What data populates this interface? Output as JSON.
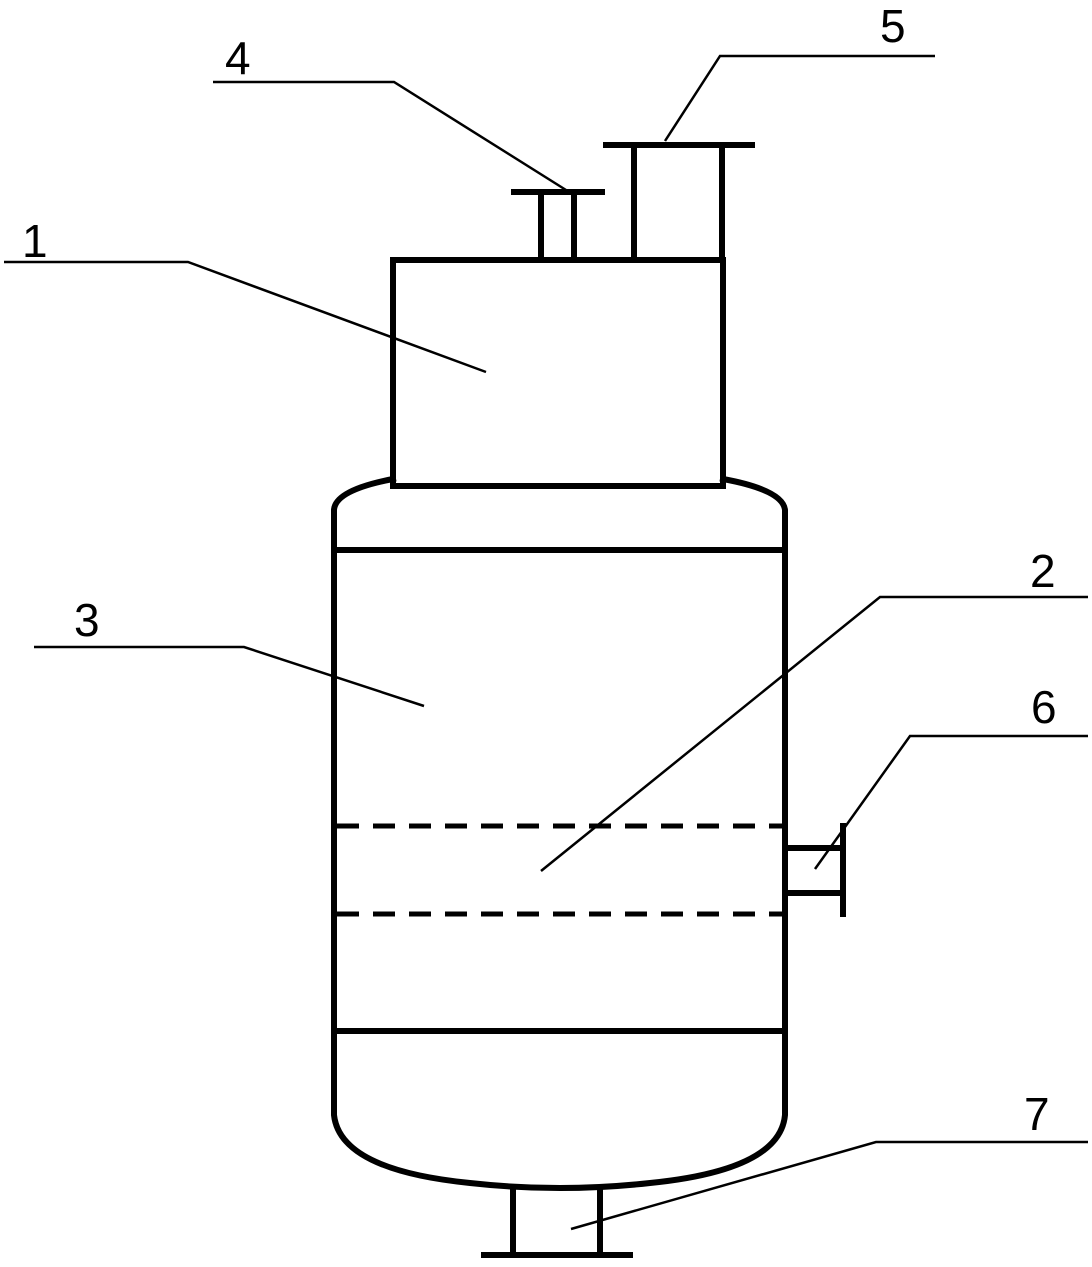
{
  "labels": [
    {
      "id": "label-1",
      "text": "1"
    },
    {
      "id": "label-2",
      "text": "2"
    },
    {
      "id": "label-3",
      "text": "3"
    },
    {
      "id": "label-4",
      "text": "4"
    },
    {
      "id": "label-5",
      "text": "5"
    },
    {
      "id": "label-6",
      "text": "6"
    },
    {
      "id": "label-7",
      "text": "7"
    }
  ],
  "colors": {
    "line": "#000000",
    "background": "#ffffff"
  }
}
